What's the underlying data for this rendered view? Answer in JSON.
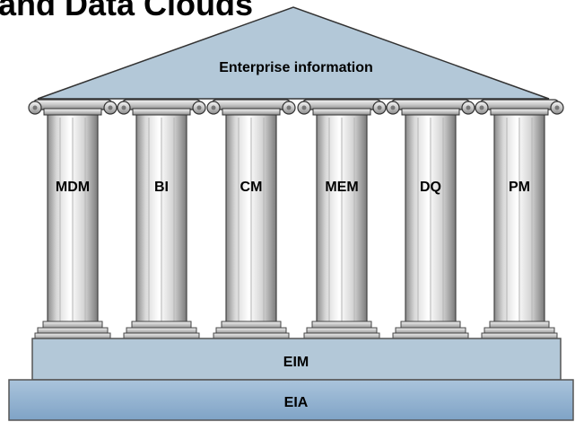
{
  "title": "and Data Clouds",
  "roof": {
    "label": "Enterprise information",
    "color": "#b3c8d8"
  },
  "pillars": [
    {
      "label": "MDM"
    },
    {
      "label": "BI"
    },
    {
      "label": "CM"
    },
    {
      "label": "MEM"
    },
    {
      "label": "DQ"
    },
    {
      "label": "PM"
    }
  ],
  "base_upper": {
    "label": "EIM",
    "color": "#b3c8d8"
  },
  "base_lower": {
    "label": "EIA",
    "color": "#8fb0cf"
  }
}
